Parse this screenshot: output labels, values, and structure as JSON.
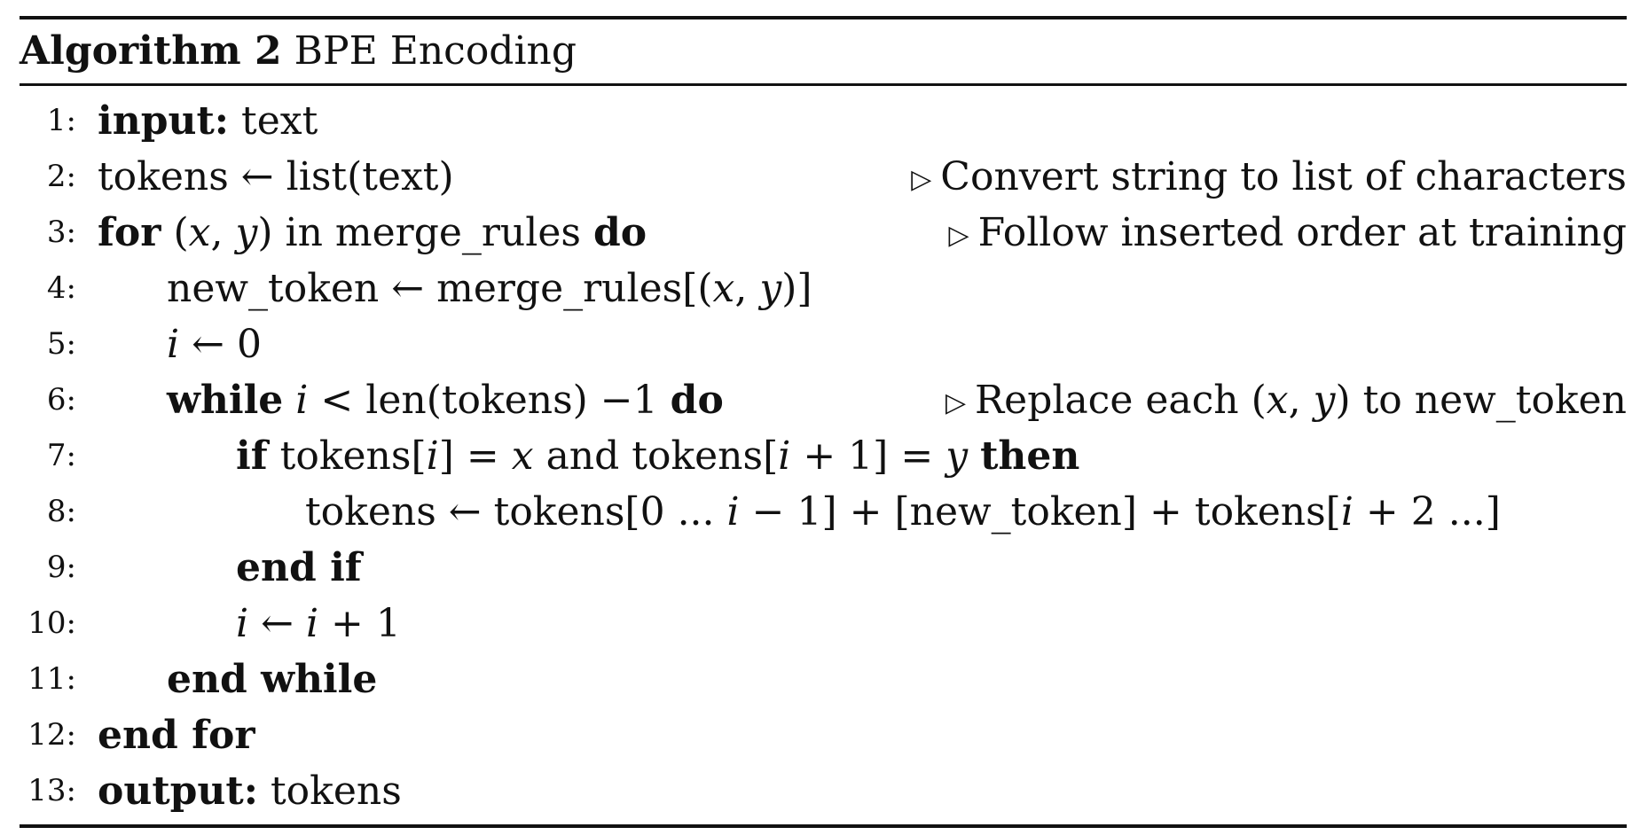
{
  "algorithm": {
    "label": "Algorithm 2",
    "title": "BPE Encoding"
  },
  "lines": [
    {
      "num": "1:",
      "kw": "input:",
      "rest": "text"
    },
    {
      "num": "2:",
      "a": "tokens",
      "arrow": "←",
      "b": "list(text)",
      "comment": "Convert string to list of characters"
    },
    {
      "num": "3:",
      "kw": "for",
      "paren_open": "(",
      "x": "x",
      "comma": ",",
      "y": "y",
      "paren_close": ")",
      "mid": "in merge_rules",
      "kw2": "do",
      "comment": "Follow inserted order at training"
    },
    {
      "num": "4:",
      "a": "new_token",
      "arrow": "←",
      "b": "merge_rules[(",
      "x": "x",
      "comma": ",",
      "y": "y",
      "c": ")]"
    },
    {
      "num": "5:",
      "i": "i",
      "arrow": "←",
      "val": "0"
    },
    {
      "num": "6:",
      "kw": "while",
      "i": "i",
      "lt": "<",
      "mid": "len(tokens) −1",
      "kw2": "do",
      "comment_a": "Replace each (",
      "x": "x",
      "comma": ",",
      "y": "y",
      "comment_b": ") to new_token"
    },
    {
      "num": "7:",
      "kw": "if",
      "a": "tokens[",
      "i": "i",
      "b": "] =",
      "x": "x",
      "c": "and tokens[",
      "i2": "i",
      "d": "+ 1] =",
      "y": "y",
      "kw2": "then"
    },
    {
      "num": "8:",
      "a": "tokens ← tokens[0 ...",
      "i": "i",
      "b": "− 1] + [new_token] + tokens[",
      "i2": "i",
      "c": "+ 2 ...]"
    },
    {
      "num": "9:",
      "kw": "end if"
    },
    {
      "num": "10:",
      "i": "i",
      "arrow": "←",
      "i2": "i",
      "rest": "+ 1"
    },
    {
      "num": "11:",
      "kw": "end while"
    },
    {
      "num": "12:",
      "kw": "end for"
    },
    {
      "num": "13:",
      "kw": "output:",
      "rest": "tokens"
    }
  ],
  "comment_marker": "▷"
}
